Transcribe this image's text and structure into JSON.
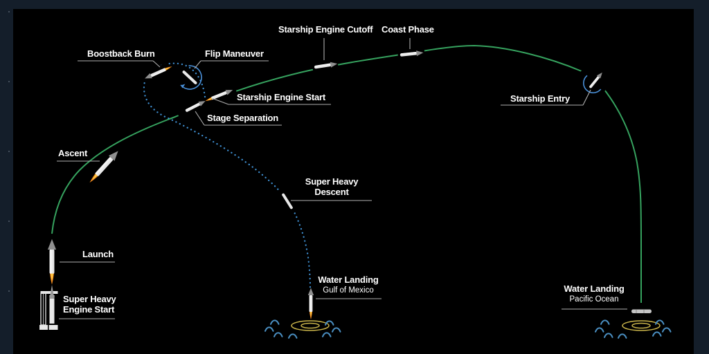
{
  "diagram": {
    "name": "starship-flight-profile",
    "labels": {
      "launch": "Launch",
      "super_heavy_engine_start_l1": "Super Heavy",
      "super_heavy_engine_start_l2": "Engine Start",
      "ascent": "Ascent",
      "boostback_burn": "Boostback Burn",
      "flip_maneuver": "Flip Maneuver",
      "stage_separation": "Stage Separation",
      "starship_engine_start": "Starship Engine Start",
      "starship_engine_cutoff": "Starship Engine Cutoff",
      "coast_phase": "Coast Phase",
      "starship_entry": "Starship Entry",
      "super_heavy_descent_l1": "Super Heavy",
      "super_heavy_descent_l2": "Descent",
      "water_landing_gulf_title": "Water Landing",
      "water_landing_gulf_sub": "Gulf of Mexico",
      "water_landing_pacific_title": "Water Landing",
      "water_landing_pacific_sub": "Pacific Ocean"
    },
    "colors": {
      "panel_background": "#000000",
      "starfield_background": "#141e2a",
      "ascent_trajectory_green": "#36a35f",
      "booster_return_blue": "#3e8ed0",
      "flip_entry_arc_blue": "#4a90d9",
      "wave_blue": "#4a8fc2",
      "target_ring_yellow": "#c9b44a",
      "flame_orange": "#f08b1f",
      "flame_core_yellow": "#ffd24a",
      "label_white": "#ffffff",
      "leader_line_grey": "#b0b0b0",
      "vehicle_body_white": "#e8e8e8",
      "vehicle_nose_grey": "#8f8f8f"
    },
    "icons": [
      "rocket-icon",
      "booster-stick-icon",
      "flame-icon",
      "flip-arc-icon",
      "entry-arc-icon",
      "launch-tower-icon",
      "target-rings-icon",
      "waves-icon"
    ]
  }
}
